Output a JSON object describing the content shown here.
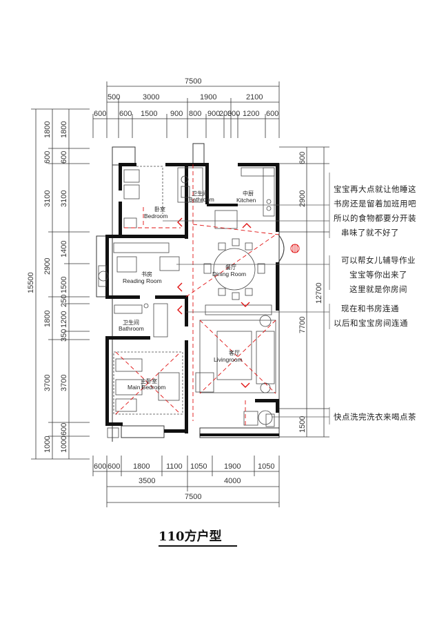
{
  "title": "110方户型",
  "dimensions": {
    "top_total": "7500",
    "top_row1": [
      "500",
      "3000",
      "1900",
      "2100"
    ],
    "top_row2": [
      "600",
      "600",
      "1500",
      "900",
      "800",
      "900",
      "200",
      "300",
      "1200",
      "600"
    ],
    "left_outer": [
      "1800",
      "600",
      "3100",
      "2900",
      "1800",
      "3700",
      "1000"
    ],
    "left_inner": [
      "1800",
      "600",
      "3100",
      "1400",
      "1500",
      "1200",
      "350",
      "3700",
      "600"
    ],
    "left_total": "15500",
    "left_mid": [
      "250"
    ],
    "right_inner": [
      "600",
      "2900",
      "7700",
      "1500"
    ],
    "right_total": "12700",
    "bottom_row1": [
      "600",
      "600",
      "1800",
      "1100",
      "1050",
      "1900",
      "1050"
    ],
    "bottom_row2": [
      "3500",
      "4000"
    ],
    "bottom_total": "7500"
  },
  "rooms": {
    "bedroom": {
      "zh": "卧室",
      "en": "Bedroom"
    },
    "bathroom_top": {
      "zh": "卫生间",
      "en": "Bathroom"
    },
    "kitchen": {
      "zh": "中厨",
      "en": "Kitchen"
    },
    "reading": {
      "zh": "书房",
      "en": "Reading Room"
    },
    "dining": {
      "zh": "餐厅",
      "en": "Dining Room"
    },
    "bathroom_bottom": {
      "zh": "卫生间",
      "en": "Bathroom"
    },
    "living": {
      "zh": "客厅",
      "en": "Livingroom"
    },
    "main_bedroom": {
      "zh": "主卧室",
      "en": "Main Bedroom"
    }
  },
  "notes": {
    "n1": "宝宝再大点就让他睡这",
    "n2": "书房还是留着加班用吧",
    "n3": "所以的食物都要分开装",
    "n4": "串味了就不好了",
    "n5": "可以帮女儿辅导作业",
    "n6": "宝宝等你出来了",
    "n7": "这里就是你房间",
    "n8": "现在和书房连通",
    "n9": "以后和宝宝房间连通",
    "n10": "快点洗完洗衣来喝点茶"
  },
  "colors": {
    "wall": "#111111",
    "accent": "#e01010",
    "line": "#333333"
  }
}
